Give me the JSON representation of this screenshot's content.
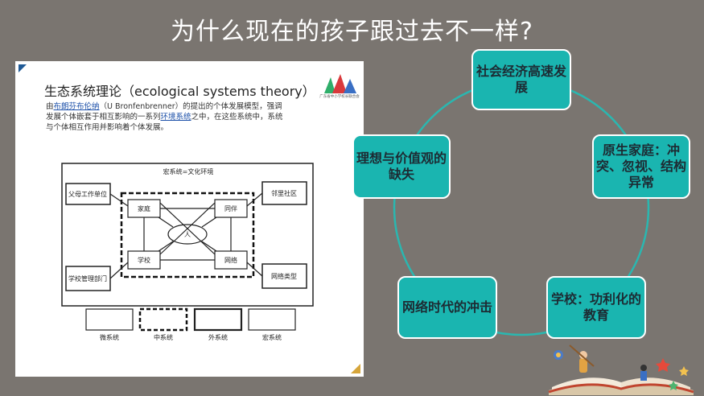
{
  "slide": {
    "title": "为什么现在的孩子跟过去不一样?"
  },
  "panel": {
    "theory_title": "生态系统理论（ecological systems theory）",
    "desc_prefix": "由",
    "desc_name": "布朗芬布伦纳",
    "desc_mid": "（U Bronfenbrenner）的提出的个体发展模型，强调发展个体嵌套于相互影响的一系列",
    "desc_env": "环境系统",
    "desc_suffix": "之中，在这些系统中，系统与个体相互作用并影响着个体发展。",
    "logo_text": "广东省中小学校长联合会",
    "diagram": {
      "macro_label": "宏系统=文化环境",
      "parent_work": "父母工作单位",
      "neighbor": "邻里社区",
      "family": "家庭",
      "peer": "同伴",
      "person": "人",
      "school": "学校",
      "network": "网络",
      "school_admin": "学校管理部门",
      "network_type": "网络类型",
      "legend": [
        "微系统",
        "中系统",
        "外系统",
        "宏系统"
      ]
    }
  },
  "cycle": {
    "nodes": [
      "社会经济高速发展",
      "原生家庭：冲突、忽视、结构异常",
      "学校：功利化的教育",
      "网络时代的冲击",
      "理想与价值观的缺失"
    ],
    "node_color": "#1ab5b0",
    "ring_color": "#2ab7b0"
  }
}
